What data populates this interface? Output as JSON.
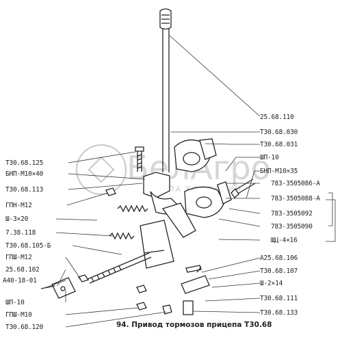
{
  "caption": "94. Привод тормозов прицепа  Т30.68",
  "labels_right": [
    "25.68.110",
    "Т30.68.030",
    "Т30.68.031",
    "ШП-10",
    "БНП-М10×35",
    "783-3505086-А",
    "783-3505088-А",
    "783-3505092",
    "783-3505090",
    "ЩЦ-4×16",
    "А25.68.106",
    "Т30.68.107",
    "Ш-2×14",
    "Т30.68.111",
    "Т30.68.133"
  ],
  "labels_left": [
    "Т30.68.125",
    "БНП-М10×40",
    "Т30.68.113",
    "ГПН-М12",
    "Ш-3×20",
    "7.38.118",
    "Т30.68.105-Б",
    "ГПШ-М12",
    "25.68.102",
    "А40-18-01",
    "ШП-10",
    "ГПШ-М10",
    "Т30.68.120"
  ],
  "watermark": {
    "brand": "БелАгро",
    "tagline": "ГРУППА КОМПАНИЙ"
  }
}
